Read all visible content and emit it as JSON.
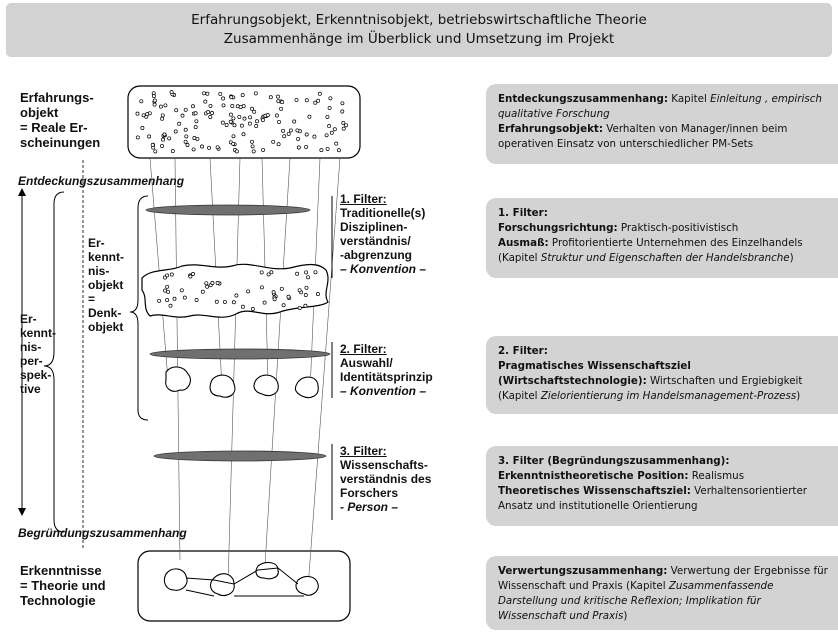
{
  "header": {
    "line1": "Erfahrungsobjekt, Erkenntnisobjekt, betriebswirtschaftliche Theorie",
    "line2": "Zusammenhänge im Überblick und Umsetzung im Projekt"
  },
  "left": {
    "erfahrungsobjekt": [
      "Erfahrungs-",
      "objekt",
      "= Reale Er-",
      "scheinungen"
    ],
    "entdeckung": "Entdeckungszusammenhang",
    "erkenntnisobjekt": [
      "Er-",
      "kennt-",
      "nis-",
      "objekt",
      "=",
      "Denk-",
      "objekt"
    ],
    "perspektive": [
      "Er-",
      "kennt-",
      "nis-",
      "per-",
      "spek-",
      "tive"
    ],
    "begruendung": "Begründungszusammenhang",
    "erkenntnisse": [
      "Erkenntnisse",
      "= Theorie und",
      "Technologie"
    ]
  },
  "filters": [
    {
      "title": "1. Filter:",
      "lines": [
        "Traditionelle(s)",
        "Disziplinen-",
        "verständnis/",
        "-abgrenzung"
      ],
      "tag": "– Konvention –"
    },
    {
      "title": "2. Filter:",
      "lines": [
        "Auswahl/",
        "Identitätsprinzip"
      ],
      "tag": "– Konvention –"
    },
    {
      "title": "3. Filter:",
      "lines": [
        "Wissenschafts-",
        "verständnis des",
        "Forschers"
      ],
      "tag": "- Person –"
    }
  ],
  "boxes": {
    "b1": {
      "k1": "Entdeckungszusammenhang:",
      "t1": " Kapitel ",
      "i1": "Einleitung , empirisch qualitative Forschung",
      "k2": "Erfahrungsobjekt:",
      "t2": " Verhalten von Manager/innen beim operativen Einsatz von unterschiedlicher PM-Sets"
    },
    "b2": {
      "h": "1. Filter:",
      "k1": "Forschungsrichtung:",
      "t1": " Praktisch-positivistisch",
      "k2": "Ausmaß:",
      "t2": " Profitorientierte Unternehmen des Einzelhandels (Kapitel ",
      "i2": "Struktur und Eigenschaften der Handelsbranche",
      "t3": ")"
    },
    "b3": {
      "h": "2. Filter:",
      "k1": "Pragmatisches Wissenschaftsziel (Wirtschaftstechnologie):",
      "t1": " Wirtschaften und Ergiebigkeit (Kapitel ",
      "i1": "Zielorientierung im Handelsmanagement-Prozess",
      "t2": ")"
    },
    "b4": {
      "h": "3. Filter (Begründungszusammenhang):",
      "k1": "Erkenntnistheoretische Position:",
      "t1": " Realismus",
      "k2": "Theoretisches Wissenschaftsziel:",
      "t2": " Verhaltensorientierter Ansatz und institutionelle Orientierung"
    },
    "b5": {
      "k1": "Verwertungszusammenhang:",
      "t1": " Verwertung der Ergebnisse für Wissenschaft und Praxis (Kapitel ",
      "i1": "Zusammenfassende Darstellung und kritische Reflexion; Implikation für Wissenschaft und Praxis",
      "t2": ")"
    }
  },
  "colors": {
    "box_bg": "#d3d3d3",
    "header_bg": "#d2d2d2",
    "lens": "#707070"
  }
}
